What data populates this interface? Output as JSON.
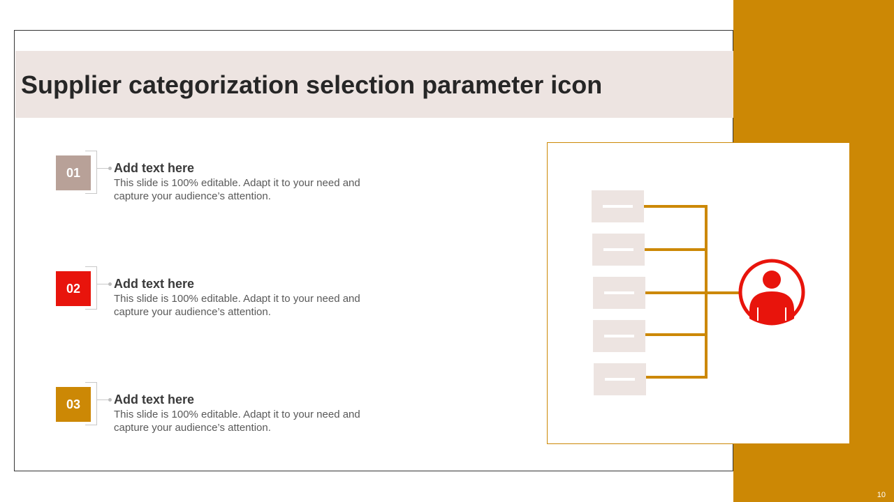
{
  "slide": {
    "title": "Supplier categorization selection parameter icon",
    "page_number": "10"
  },
  "colors": {
    "accent": "#cc8805",
    "title_band": "#ede4e1",
    "item_1": "#b8a198",
    "item_2": "#e8140c",
    "item_3": "#cc8805",
    "person_icon": "#e8140c",
    "list_block": "#ede4e1"
  },
  "items": [
    {
      "number": "01",
      "heading": "Add text here",
      "description": "This slide is 100% editable. Adapt it to your need and capture your audience’s attention."
    },
    {
      "number": "02",
      "heading": "Add text here",
      "description": "This slide is 100% editable. Adapt it to your need and capture your audience’s attention."
    },
    {
      "number": "03",
      "heading": "Add text here",
      "description": "This slide is 100% editable. Adapt it to your need and capture your audience’s attention."
    }
  ],
  "illustration": {
    "icon": "supplier-hierarchy-icon",
    "parts": [
      "list-block-icon",
      "connector-lines",
      "user-avatar-icon"
    ]
  }
}
